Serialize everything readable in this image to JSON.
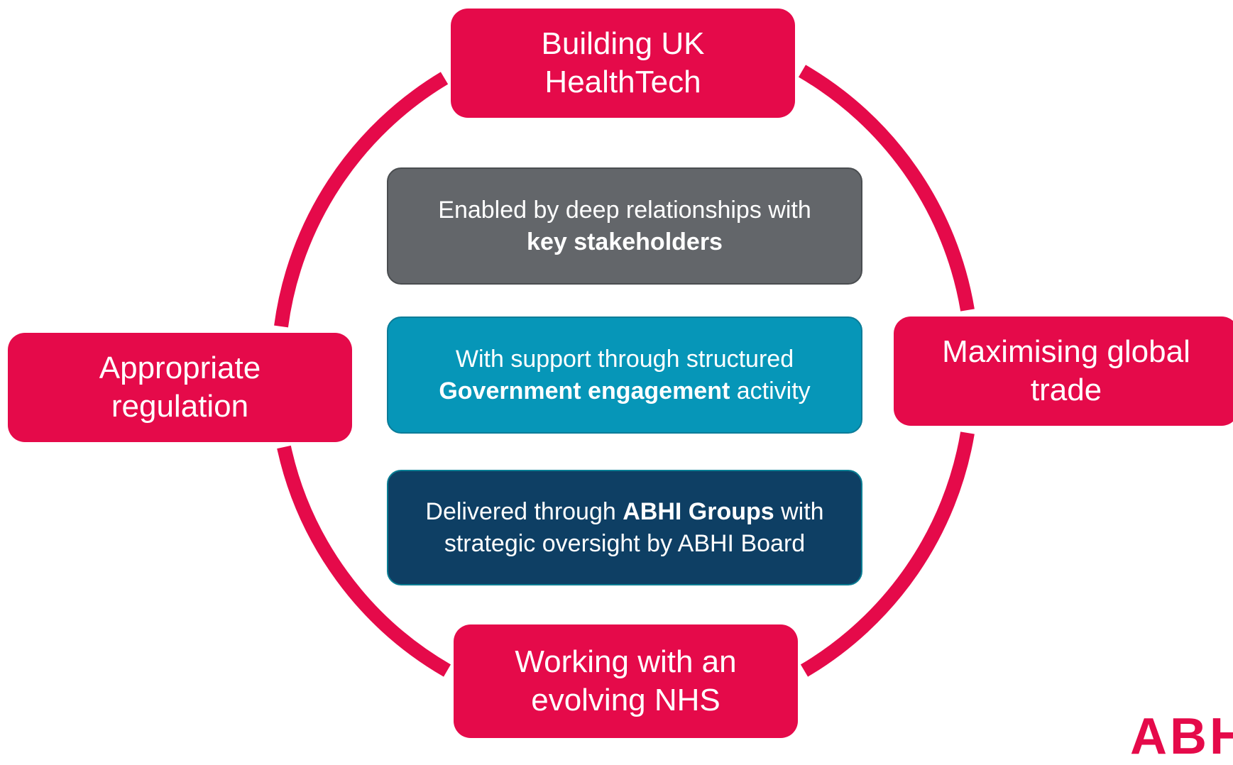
{
  "colors": {
    "accent": "#e50a4a",
    "stakeholders_box": "#63666a",
    "government_box": "#0696b8",
    "groups_box": "#0e3f64",
    "text_light": "#ffffff"
  },
  "outer_nodes": {
    "top": {
      "line1": "Building UK",
      "line2": "HealthTech"
    },
    "right": {
      "line1": "Maximising global",
      "line2": "trade"
    },
    "bottom": {
      "line1": "Working with an",
      "line2": "evolving NHS"
    },
    "left": {
      "line1": "Appropriate",
      "line2": "regulation"
    }
  },
  "inner_boxes": {
    "stakeholders": {
      "text1": "Enabled by deep relationships with",
      "bold1": "key stakeholders"
    },
    "government": {
      "text1": "With support through structured",
      "bold1": "Government engagement",
      "text2": " activity"
    },
    "groups": {
      "text1": "Delivered through ",
      "bold1": "ABHI Groups",
      "text2": " with",
      "text3": "strategic oversight by ABHI Board"
    }
  },
  "logo": {
    "text": "ABHI"
  }
}
